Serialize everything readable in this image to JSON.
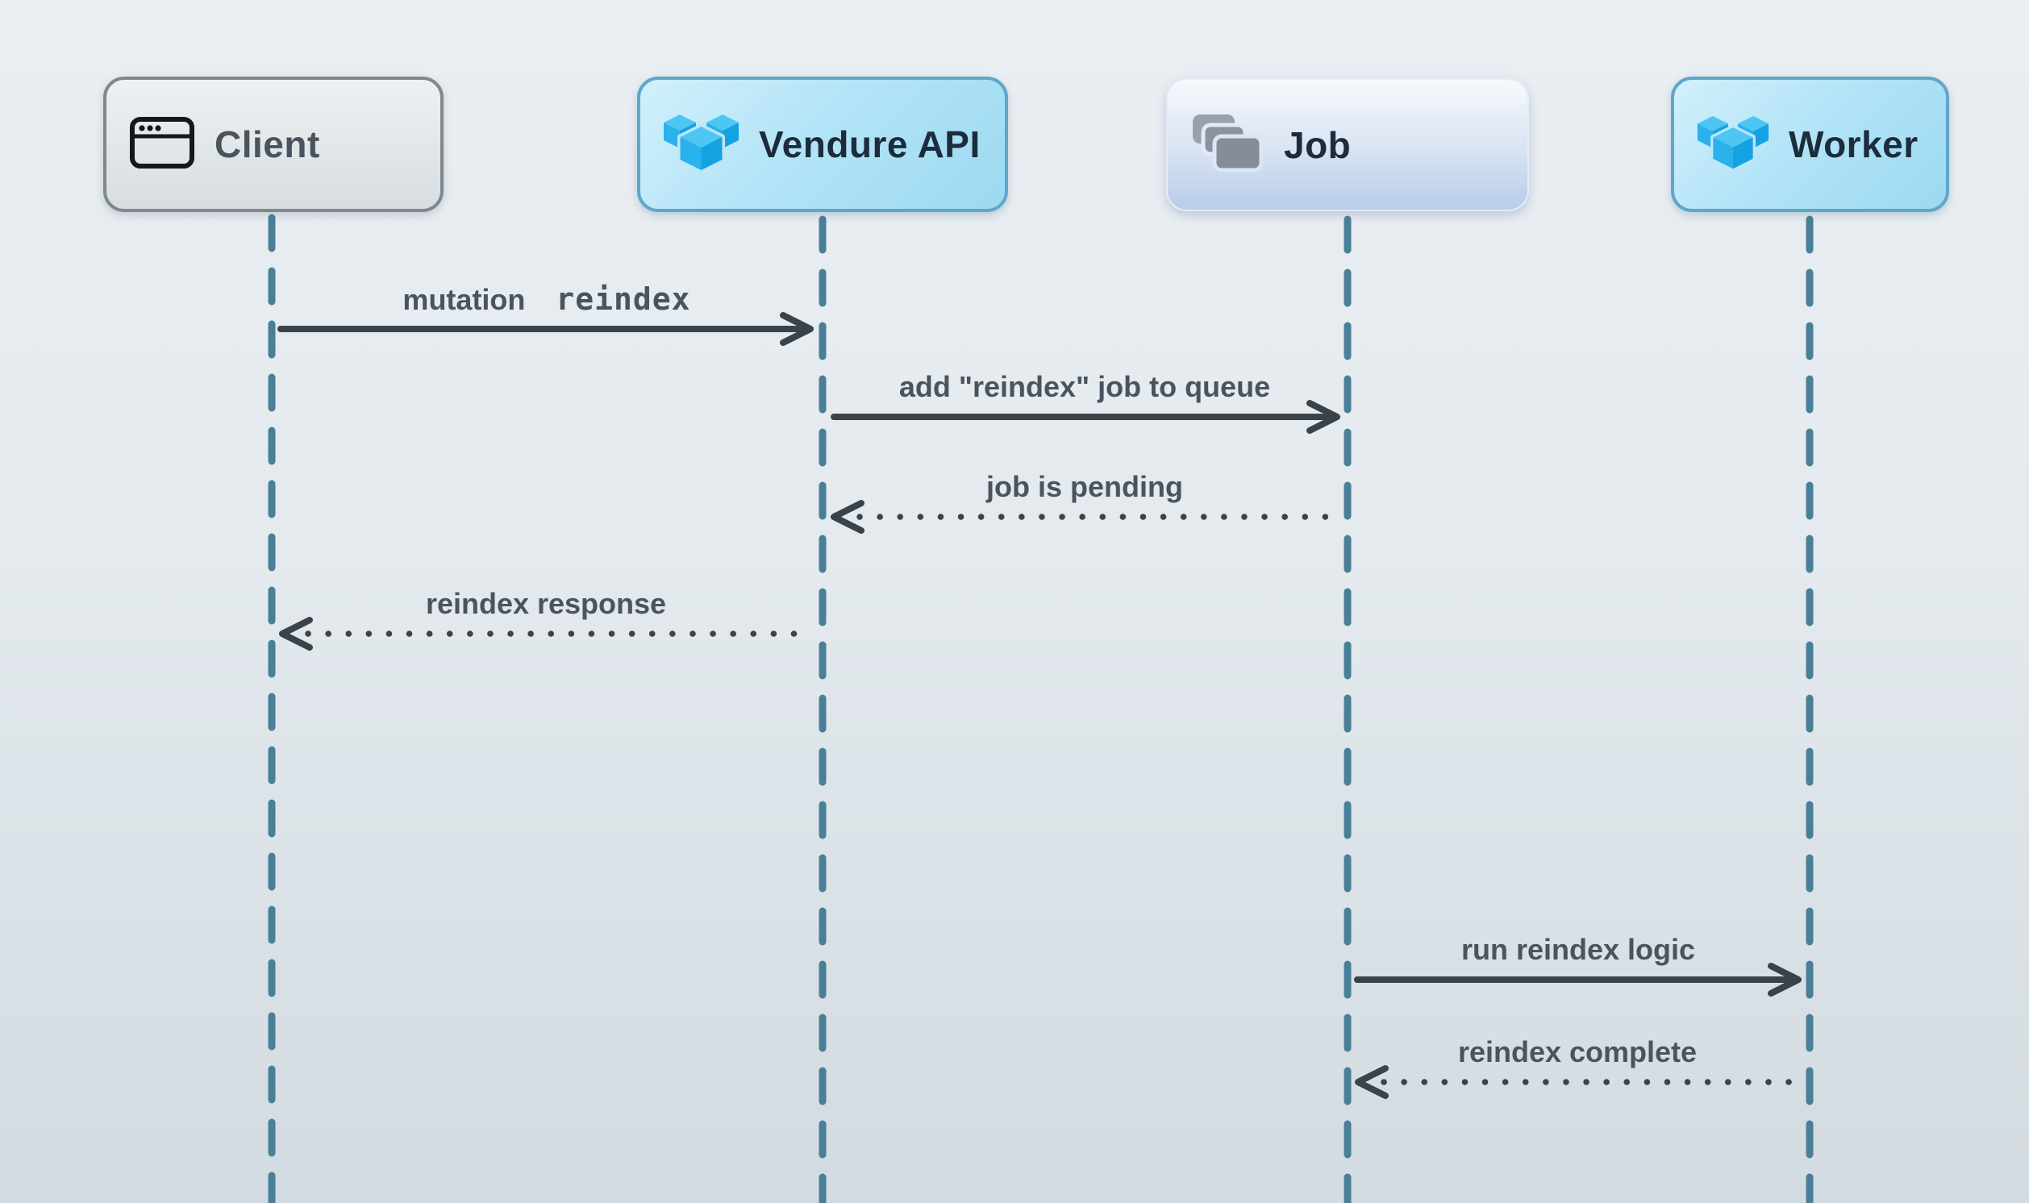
{
  "theme": {
    "background_top": "#eaeef2",
    "background_bottom": "#d2dbe1",
    "lifeline_color": "#4a7f98",
    "arrow_color": "#3a424a",
    "message_text_color": "#49545f",
    "actor_text_dark": "#1d2c3c",
    "client_text": "#4a545e",
    "vendure_cube_top": "#4ec6f4",
    "vendure_cube_left": "#29b2ec",
    "vendure_cube_right": "#14a3e2",
    "job_card_gray": "#8b949e"
  },
  "actors": [
    {
      "label": "Client",
      "icon": "browser-window-icon"
    },
    {
      "label": "Vendure API",
      "icon": "vendure-cubes-icon"
    },
    {
      "label": "Job",
      "icon": "stacked-cards-icon"
    },
    {
      "label": "Worker",
      "icon": "vendure-cubes-icon"
    }
  ],
  "messages": [
    {
      "from": "Client",
      "to": "Vendure API",
      "label": "mutation",
      "code": "reindex",
      "line": "solid"
    },
    {
      "from": "Vendure API",
      "to": "Job",
      "label": "add \"reindex\" job to queue",
      "line": "solid"
    },
    {
      "from": "Job",
      "to": "Vendure API",
      "label": "job is pending",
      "line": "dotted"
    },
    {
      "from": "Vendure API",
      "to": "Client",
      "label": "reindex response",
      "line": "dotted"
    },
    {
      "from": "Job",
      "to": "Worker",
      "label": "run reindex logic",
      "line": "solid"
    },
    {
      "from": "Worker",
      "to": "Job",
      "label": "reindex complete",
      "line": "dotted"
    }
  ]
}
